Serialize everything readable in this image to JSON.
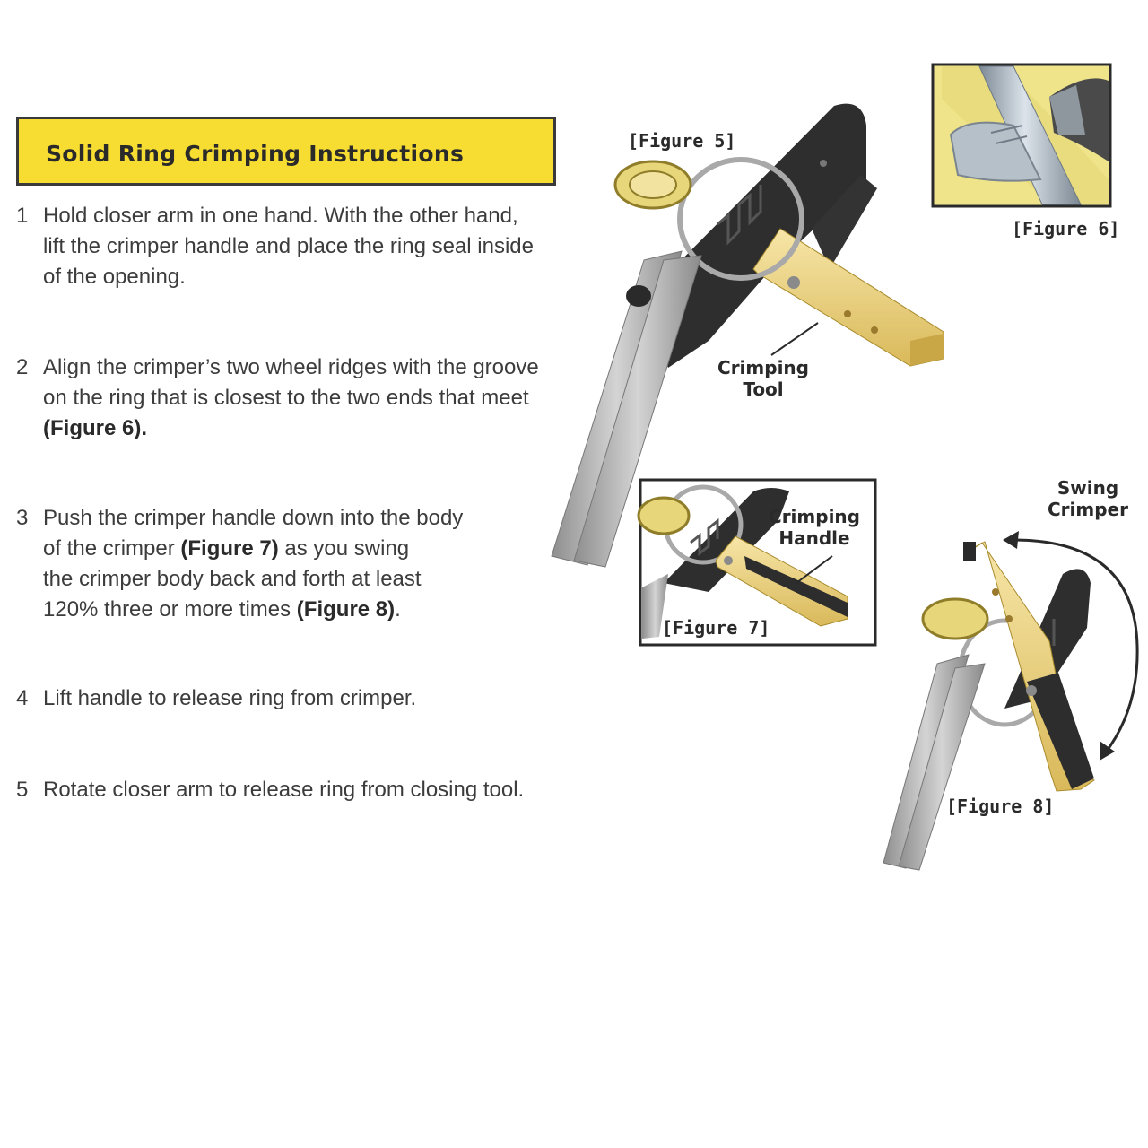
{
  "header": {
    "title": "Solid Ring Crimping Instructions"
  },
  "steps": [
    {
      "number": "1",
      "lines": [
        "Hold closer arm in one hand. With the other hand,",
        "lift the crimper handle and place the ring seal inside",
        "of the opening."
      ]
    },
    {
      "number": "2",
      "lines": [
        "Align the crimper’s two wheel ridges with the groove",
        "on the ring that is closest to the two ends that meet",
        "(Figure 6)."
      ]
    },
    {
      "number": "3",
      "lines": [
        "Push the crimper handle down into the body",
        "of the crimper ",
        "(Figure 7)",
        " as you swing",
        "the crimper body back and forth at least",
        "120% three or more times ",
        "(Figure 8)",
        "."
      ]
    },
    {
      "number": "4",
      "lines": [
        "Lift handle to release ring from crimper."
      ]
    },
    {
      "number": "5",
      "lines": [
        "Rotate closer arm to release ring from closing tool."
      ]
    }
  ],
  "figures": {
    "fig5": "[Figure 5]",
    "fig6": "[Figure 6]",
    "fig7": "[Figure 7]",
    "fig8": "[Figure 8]"
  },
  "callouts": {
    "crimping_tool_1": "Crimping",
    "crimping_tool_2": "Tool",
    "crimping_handle_1": "Crimping",
    "crimping_handle_2": "Handle",
    "swing_crimper_1": "Swing",
    "swing_crimper_2": "Crimper"
  },
  "colors": {
    "yellow": "#f7dd32",
    "tool_yellow": "#f2d98a",
    "dark": "#2b2b2b",
    "metal": "#a9a9a9"
  }
}
